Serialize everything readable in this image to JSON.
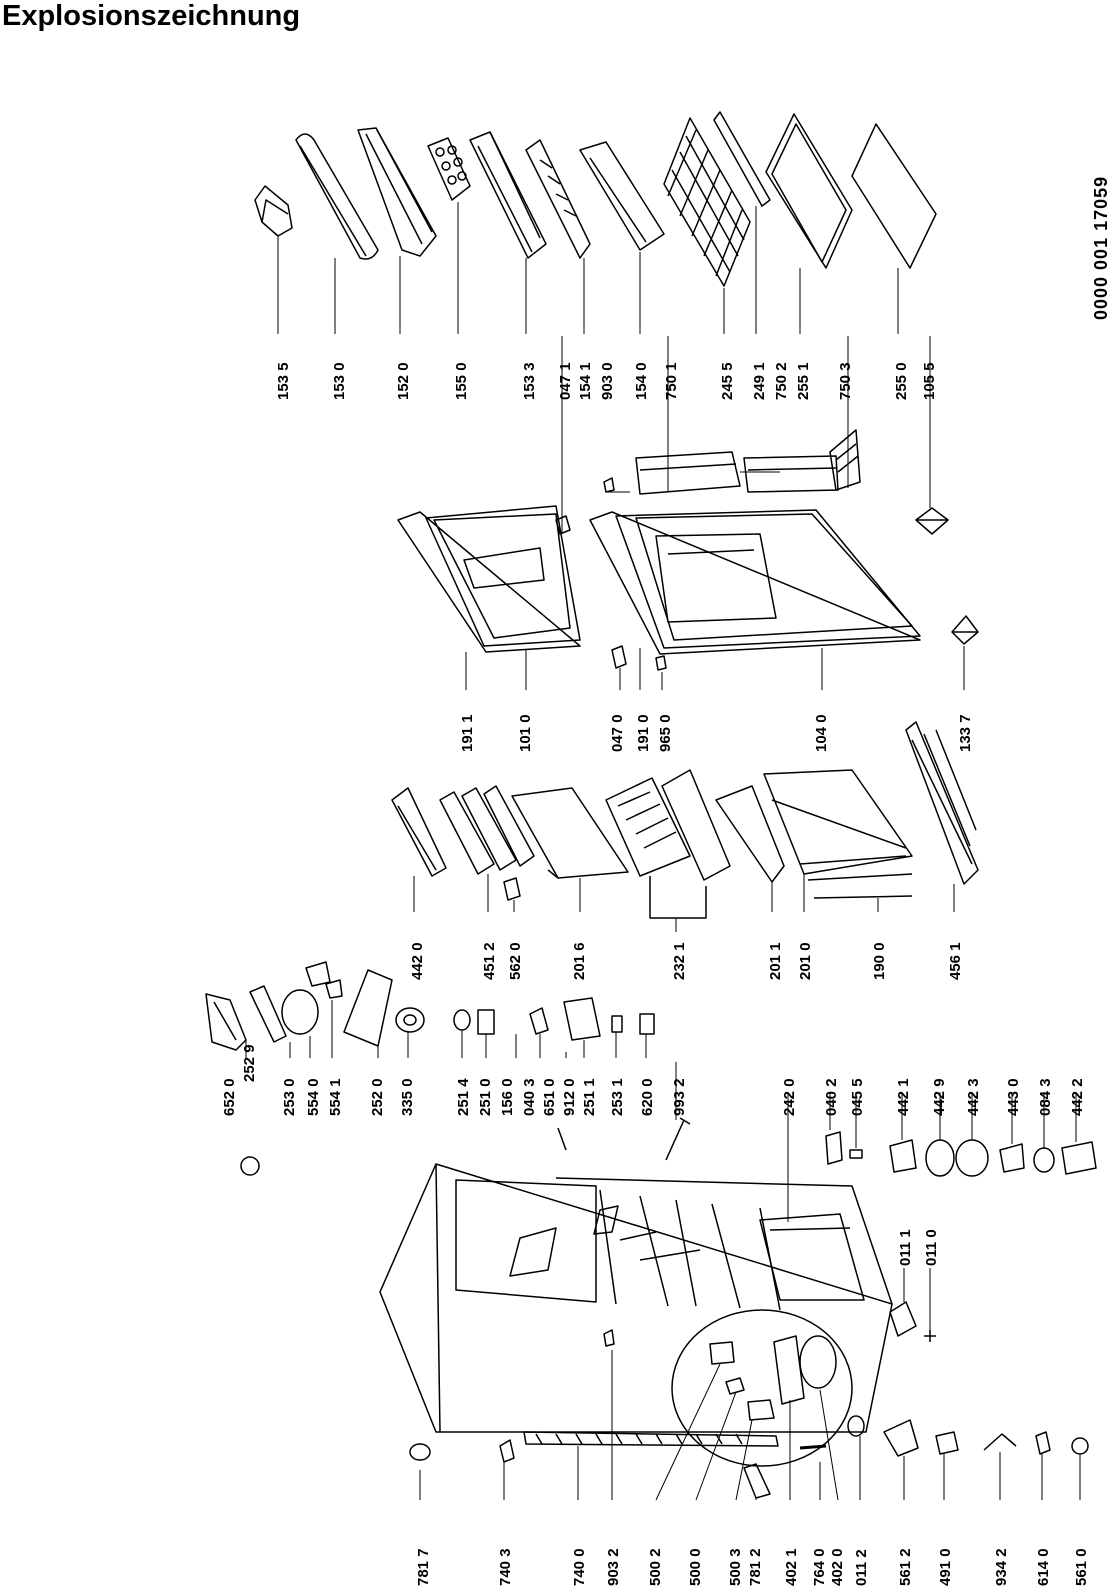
{
  "title": "Explosionszeichnung",
  "doc_number": "0000 001 17059",
  "callouts": [
    {
      "label": "153 5"
    },
    {
      "label": "153 0"
    },
    {
      "label": "152 0"
    },
    {
      "label": "155 0"
    },
    {
      "label": "153 3"
    },
    {
      "label": "154 1"
    },
    {
      "label": "154 0"
    },
    {
      "label": "245 5"
    },
    {
      "label": "249 1"
    },
    {
      "label": "255 1"
    },
    {
      "label": "255 0"
    },
    {
      "label": "047 1"
    },
    {
      "label": "903 0"
    },
    {
      "label": "750 1"
    },
    {
      "label": "750 2"
    },
    {
      "label": "750 3"
    },
    {
      "label": "105 5"
    },
    {
      "label": "191 1"
    },
    {
      "label": "101 0"
    },
    {
      "label": "047 0"
    },
    {
      "label": "191 0"
    },
    {
      "label": "965 0"
    },
    {
      "label": "104 0"
    },
    {
      "label": "133 7"
    },
    {
      "label": "442 0"
    },
    {
      "label": "451 2"
    },
    {
      "label": "562 0"
    },
    {
      "label": "201 6"
    },
    {
      "label": "232 1"
    },
    {
      "label": "201 1"
    },
    {
      "label": "201 0"
    },
    {
      "label": "190 0"
    },
    {
      "label": "456 1"
    },
    {
      "label": "652 0"
    },
    {
      "label": "252 9"
    },
    {
      "label": "253 0"
    },
    {
      "label": "554 0"
    },
    {
      "label": "554 1"
    },
    {
      "label": "252 0"
    },
    {
      "label": "335 0"
    },
    {
      "label": "251 4"
    },
    {
      "label": "251 0"
    },
    {
      "label": "156 0"
    },
    {
      "label": "040 3"
    },
    {
      "label": "651 0"
    },
    {
      "label": "912 0"
    },
    {
      "label": "251 1"
    },
    {
      "label": "253 1"
    },
    {
      "label": "620 0"
    },
    {
      "label": "993 2"
    },
    {
      "label": "242 0"
    },
    {
      "label": "040 2"
    },
    {
      "label": "045 5"
    },
    {
      "label": "442 1"
    },
    {
      "label": "442 9"
    },
    {
      "label": "442 3"
    },
    {
      "label": "443 0"
    },
    {
      "label": "084 3"
    },
    {
      "label": "442 2"
    },
    {
      "label": "011 1"
    },
    {
      "label": "011 0"
    },
    {
      "label": "781 7"
    },
    {
      "label": "740 3"
    },
    {
      "label": "740 0"
    },
    {
      "label": "903 2"
    },
    {
      "label": "500 2"
    },
    {
      "label": "500 0"
    },
    {
      "label": "500 3"
    },
    {
      "label": "781 2"
    },
    {
      "label": "402 1"
    },
    {
      "label": "764 0"
    },
    {
      "label": "402 0"
    },
    {
      "label": "011 2"
    },
    {
      "label": "561 2"
    },
    {
      "label": "491 0"
    },
    {
      "label": "934 2"
    },
    {
      "label": "614 0"
    },
    {
      "label": "561 0"
    }
  ]
}
